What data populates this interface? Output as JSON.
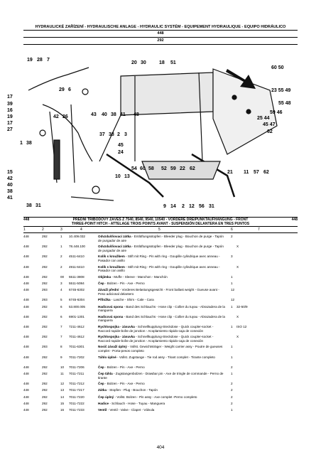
{
  "header": {
    "title": "HYDRAULICKÉ ZAŘÍZENÍ - HYDRAULISCHE ANLAGE - HYDRAULIC SYSTÉM - EQUIPEMENT HYDRAULIQUE - EQUIPO HIDRÁULICO",
    "group": "448",
    "subgroup": "292"
  },
  "diagram": {
    "callouts": [
      "19",
      "28",
      "7",
      "20",
      "30",
      "18",
      "51",
      "60 50",
      "29",
      "6",
      "17",
      "39",
      "16",
      "19",
      "17",
      "27",
      "42",
      "26",
      "43",
      "40",
      "38",
      "41",
      "48",
      "45 47",
      "23 55 49",
      "59 46",
      "55 48",
      "25 44",
      "62",
      "1",
      "38",
      "37",
      "38",
      "2",
      "3",
      "45",
      "24",
      "15",
      "42",
      "40",
      "38",
      "41",
      "38",
      "31",
      "54",
      "60",
      "58",
      "52",
      "59",
      "22",
      "62",
      "10",
      "13",
      "9",
      "14",
      "2",
      "12",
      "56",
      "31",
      "21",
      "11",
      "57",
      "62"
    ]
  },
  "section": {
    "left_code": "448",
    "title_1": "PŘEDNÍ TŘÍBODOVÝ ZÁVĚS Z 7540, 8540, 9540, 10540 - VORDERE DREIPUNKTAUFHÄNGUNG - FRONT",
    "title_2": "THREE-POINT HITCH - ATTELAGE TROIS POINTS AVANT - SUSPENSIÓN DELANTERA EN TRES PUNTOS",
    "right_code": "448"
  },
  "columns": [
    "1",
    "2",
    "3",
    "4",
    "5",
    "6",
    "7"
  ],
  "rows": [
    {
      "c1": "448",
      "c2": "292",
      "c3": "1",
      "c4": "10.409.032",
      "name": "Odvzdušňovací zátka",
      "desc": " - Entlüftungsstopfen - Bleeder plug - Bouchon de purge - Tapón de purgador de aire",
      "c6": "2",
      "c7": ""
    },
    {
      "c1": "448",
      "c2": "292",
      "c3": "1",
      "c4": "78.448.100",
      "name": "Odvzdušňovací zátka",
      "desc": " - Entlüftungsstopfen - Bleeder plug - Bouchon de purge - Tapón de purgador de aire",
      "c6": "",
      "c7": "X"
    },
    {
      "c1": "448",
      "c2": "292",
      "c3": "2",
      "c4": "4511-6410",
      "name": "Kolík s kroužkem",
      "desc": " - Stift mit Ring - Pin with ring - Goupille cylindrique avec anneau - Pasador con anillo",
      "c6": "3",
      "c7": ""
    },
    {
      "c1": "448",
      "c2": "292",
      "c3": "2",
      "c4": "4911-6410",
      "name": "Kolík s kroužkem",
      "desc": " - Stift mit Ring - Pin with ring - Goupille cylindrique avec anneau - Pasador con anillo",
      "c6": "",
      "c7": "X"
    },
    {
      "c1": "448",
      "c2": "292",
      "c3": "00",
      "c4": "5511-3808",
      "name": "Objímka",
      "desc": " - Muffe - Sleeve - Manchon - Manchón",
      "c6": "1",
      "c7": ""
    },
    {
      "c1": "448",
      "c2": "292",
      "c3": "3",
      "c4": "5511-5084",
      "name": "Čep",
      "desc": " - Bolzen - Pin - Axe - Perno",
      "c6": "1",
      "c7": ""
    },
    {
      "c1": "448",
      "c2": "293",
      "c3": "4",
      "c4": "6745-6302",
      "name": "Závaží přední",
      "desc": " - Vorderes Belastungsgewicht - Front ballast weight - Gueuse avant - Peso adicional delantero",
      "c6": "12",
      "c7": ""
    },
    {
      "c1": "448",
      "c2": "293",
      "c3": "5",
      "c4": "6745-6304",
      "name": "Příložka",
      "desc": " - Lasche - Shim - Cale - Cara",
      "c6": "12",
      "c7": ""
    },
    {
      "c1": "448",
      "c2": "292",
      "c3": "6",
      "c4": "53.800.005",
      "name": "Hadicová spona",
      "desc": " - Band des Schlauchs - Hose clip - Collier du tuyau - Abrazadera de la manguera",
      "c6": "1",
      "c7": "32-50/9"
    },
    {
      "c1": "448",
      "c2": "292",
      "c3": "6",
      "c4": "6901-1301",
      "name": "Hadicová spona",
      "desc": " - Band des Schlauchs - Hose clip - Collier du tuyau - Abrazadera de la manguera",
      "c6": "",
      "c7": "X"
    },
    {
      "c1": "448",
      "c2": "292",
      "c3": "7",
      "c4": "7211-4612",
      "name": "Rychlospojka - zásuvka",
      "desc": " - Schnellkupplung-Steckdose - Quick coupler-socket - Raccord rapide-boîte de jonction - Acoplamiento rápido-caja de conexión",
      "c6": "1",
      "c7": "ISO 12"
    },
    {
      "c1": "448",
      "c2": "292",
      "c3": "7",
      "c4": "7011-4612",
      "name": "Rychlospojka - zásuvka",
      "desc": " - Schnellkupplung-Steckdose - Quick coupler-socket - Raccord rapide-boîte de jonction - Acoplamiento rápido-caja de conexión",
      "c6": "",
      "c7": "X"
    },
    {
      "c1": "448",
      "c2": "293",
      "c3": "8",
      "c4": "7011-6301",
      "name": "Nosič závaží úplný",
      "desc": " - Vollst. Gewichtsträger - Weight carrier assy - Poutre de gueuses complet - Porta-pesos completo",
      "c6": "1",
      "c7": ""
    },
    {
      "c1": "448",
      "c2": "292",
      "c3": "9",
      "c4": "7011-7202",
      "name": "Táhlo úplné",
      "desc": " - Vollst. Zugstange - Tie rod assy - Tirant complet - Tirante completo",
      "c6": "1",
      "c7": ""
    },
    {
      "c1": "448",
      "c2": "292",
      "c3": "10",
      "c4": "7011-7206",
      "name": "Čep",
      "desc": " - Bolzen - Pin - Axe - Perno",
      "c6": "2",
      "c7": ""
    },
    {
      "c1": "448",
      "c2": "292",
      "c3": "11",
      "c4": "7011-7211",
      "name": "Čep táhla",
      "desc": " - Zugstangenbolzen - Drawbar pin - Axe de tringle de commande - Perno de tirante",
      "c6": "1",
      "c7": ""
    },
    {
      "c1": "448",
      "c2": "292",
      "c3": "12",
      "c4": "7011-7212",
      "name": "Čep",
      "desc": " - Bolzen - Pin - Axe - Perno",
      "c6": "2",
      "c7": ""
    },
    {
      "c1": "448",
      "c2": "292",
      "c3": "13",
      "c4": "7011-7217",
      "name": "Zátka",
      "desc": " - Stopfen - Plug - Bouchon - Tapón",
      "c6": "2",
      "c7": ""
    },
    {
      "c1": "448",
      "c2": "292",
      "c3": "14",
      "c4": "7011-7220",
      "name": "Čep úplný",
      "desc": " - Vollst. Bolzen - Pin assy - Axe complet -Perno completo",
      "c6": "2",
      "c7": ""
    },
    {
      "c1": "448",
      "c2": "292",
      "c3": "15",
      "c4": "7011-7222",
      "name": "Hadice",
      "desc": " - Schlauch - Hose - Tuyau - Manguera",
      "c6": "2",
      "c7": ""
    },
    {
      "c1": "448",
      "c2": "292",
      "c3": "16",
      "c4": "7011-7233",
      "name": "Ventil",
      "desc": " - Ventil - Valve - Clapet - Válvula",
      "c6": "1",
      "c7": ""
    }
  ],
  "page_number": "404"
}
